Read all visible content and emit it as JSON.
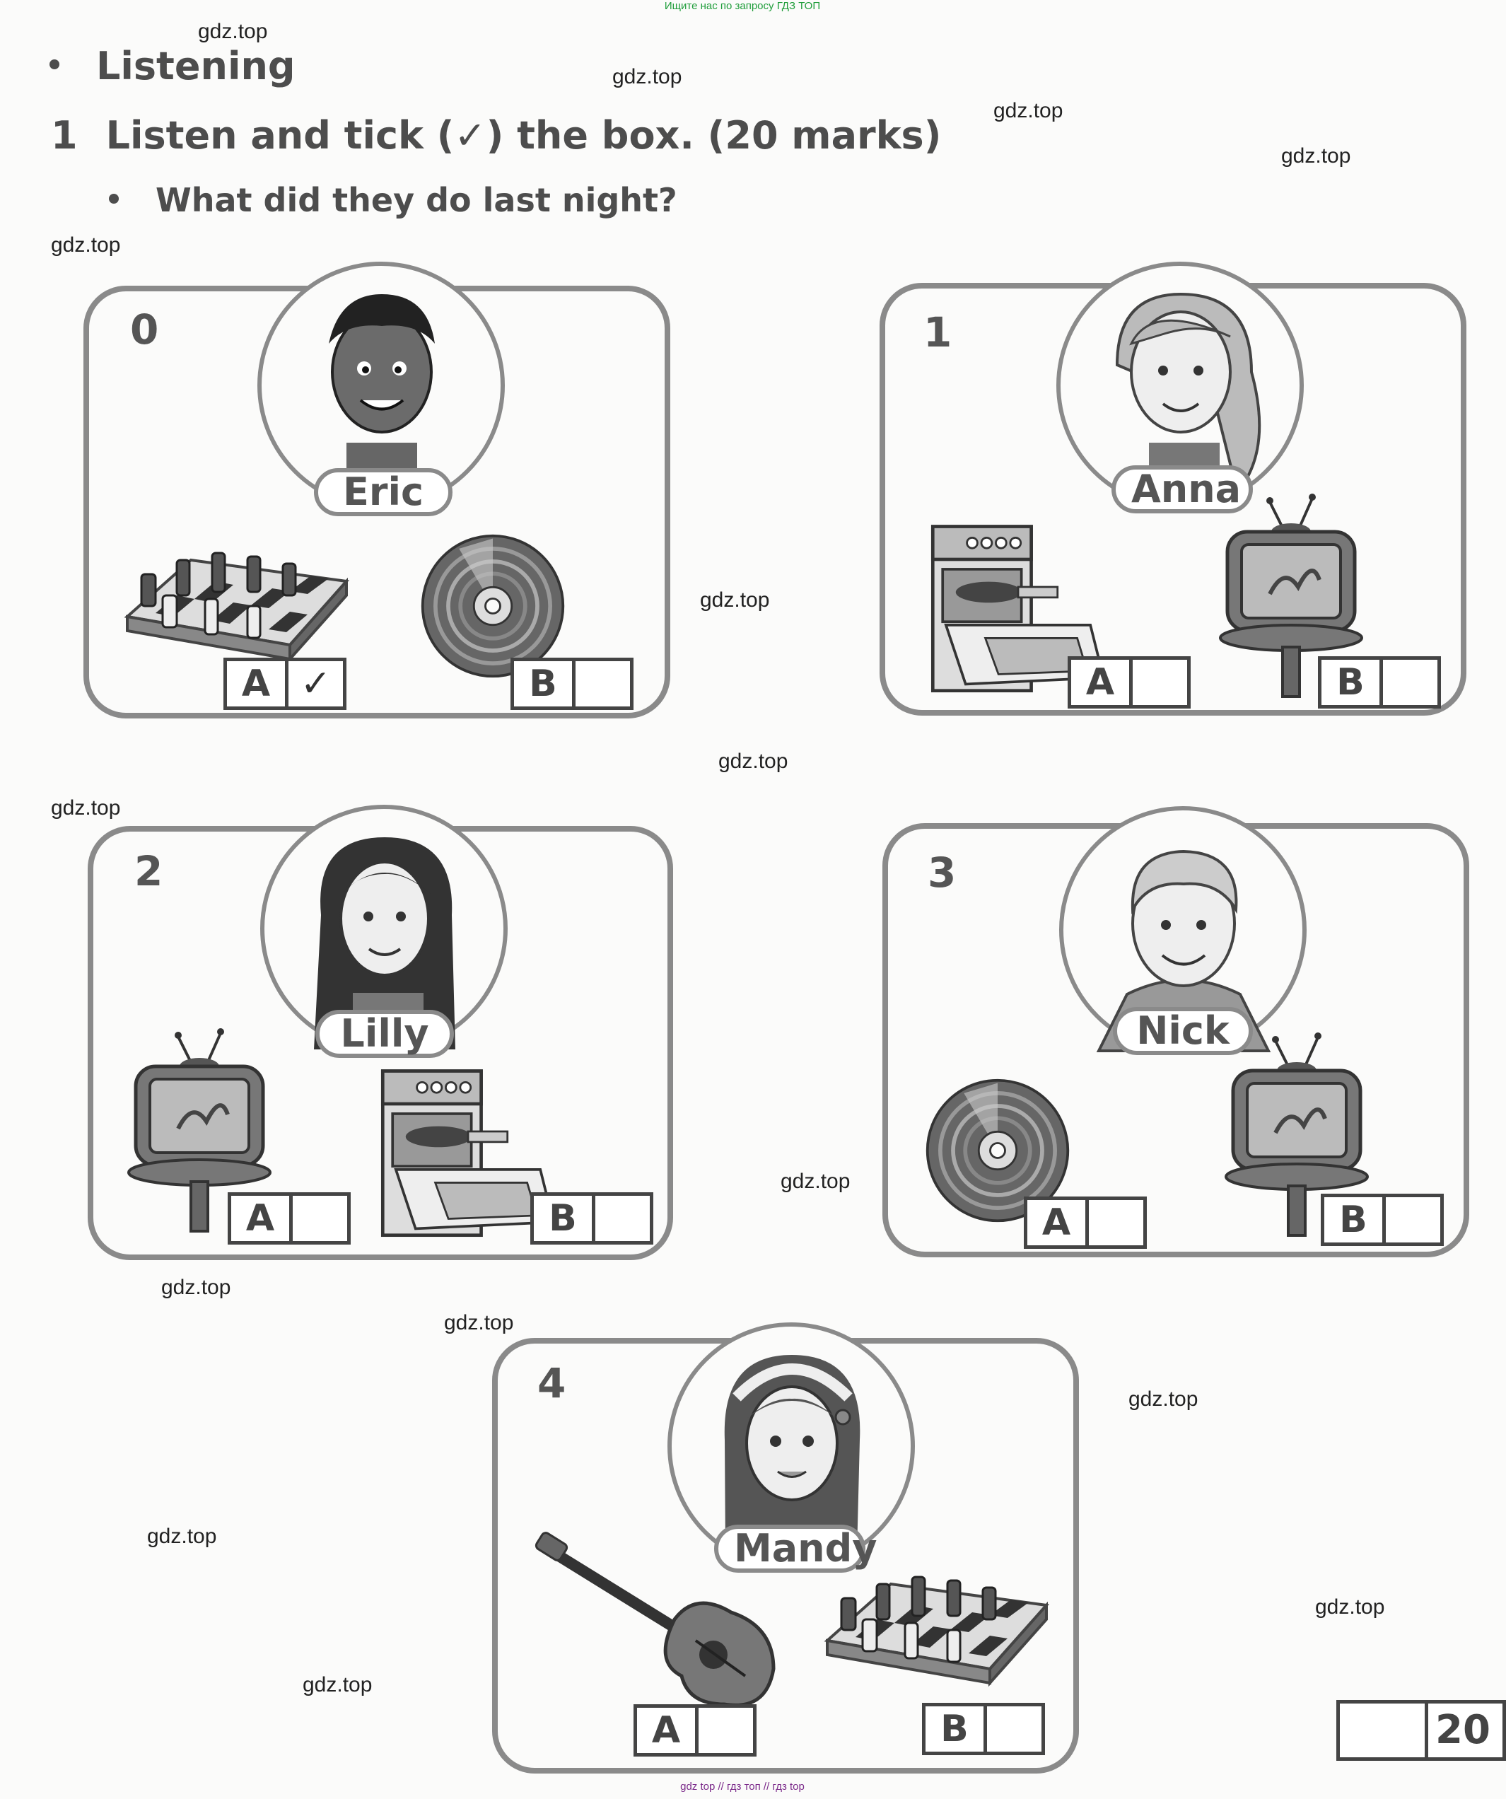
{
  "notes": {
    "top": "Ищите нас по запросу ГДЗ ТОП",
    "bottom": "gdz top // гдз топ // гдз top"
  },
  "header": {
    "section": "Listening",
    "task_number": "1",
    "task_text": "Listen and tick (✓) the box. (20 marks)",
    "question": "What did they do last night?"
  },
  "watermark": "gdz.top",
  "panels": [
    {
      "number": "0",
      "name": "Eric",
      "a_label": "A",
      "a_mark": "✓",
      "a_icon": "chess-board-icon",
      "b_label": "B",
      "b_mark": "",
      "b_icon": "cd-icon"
    },
    {
      "number": "1",
      "name": "Anna",
      "a_label": "A",
      "a_mark": "",
      "a_icon": "cooker-icon",
      "b_label": "B",
      "b_mark": "",
      "b_icon": "tv-icon"
    },
    {
      "number": "2",
      "name": "Lilly",
      "a_label": "A",
      "a_mark": "",
      "a_icon": "tv-icon",
      "b_label": "B",
      "b_mark": "",
      "b_icon": "cooker-icon"
    },
    {
      "number": "3",
      "name": "Nick",
      "a_label": "A",
      "a_mark": "",
      "a_icon": "cd-icon",
      "b_label": "B",
      "b_mark": "",
      "b_icon": "tv-icon"
    },
    {
      "number": "4",
      "name": "Mandy",
      "a_label": "A",
      "a_mark": "",
      "a_icon": "guitar-icon",
      "b_label": "B",
      "b_mark": "",
      "b_icon": "chess-board-icon"
    }
  ],
  "score": {
    "total": "20"
  }
}
